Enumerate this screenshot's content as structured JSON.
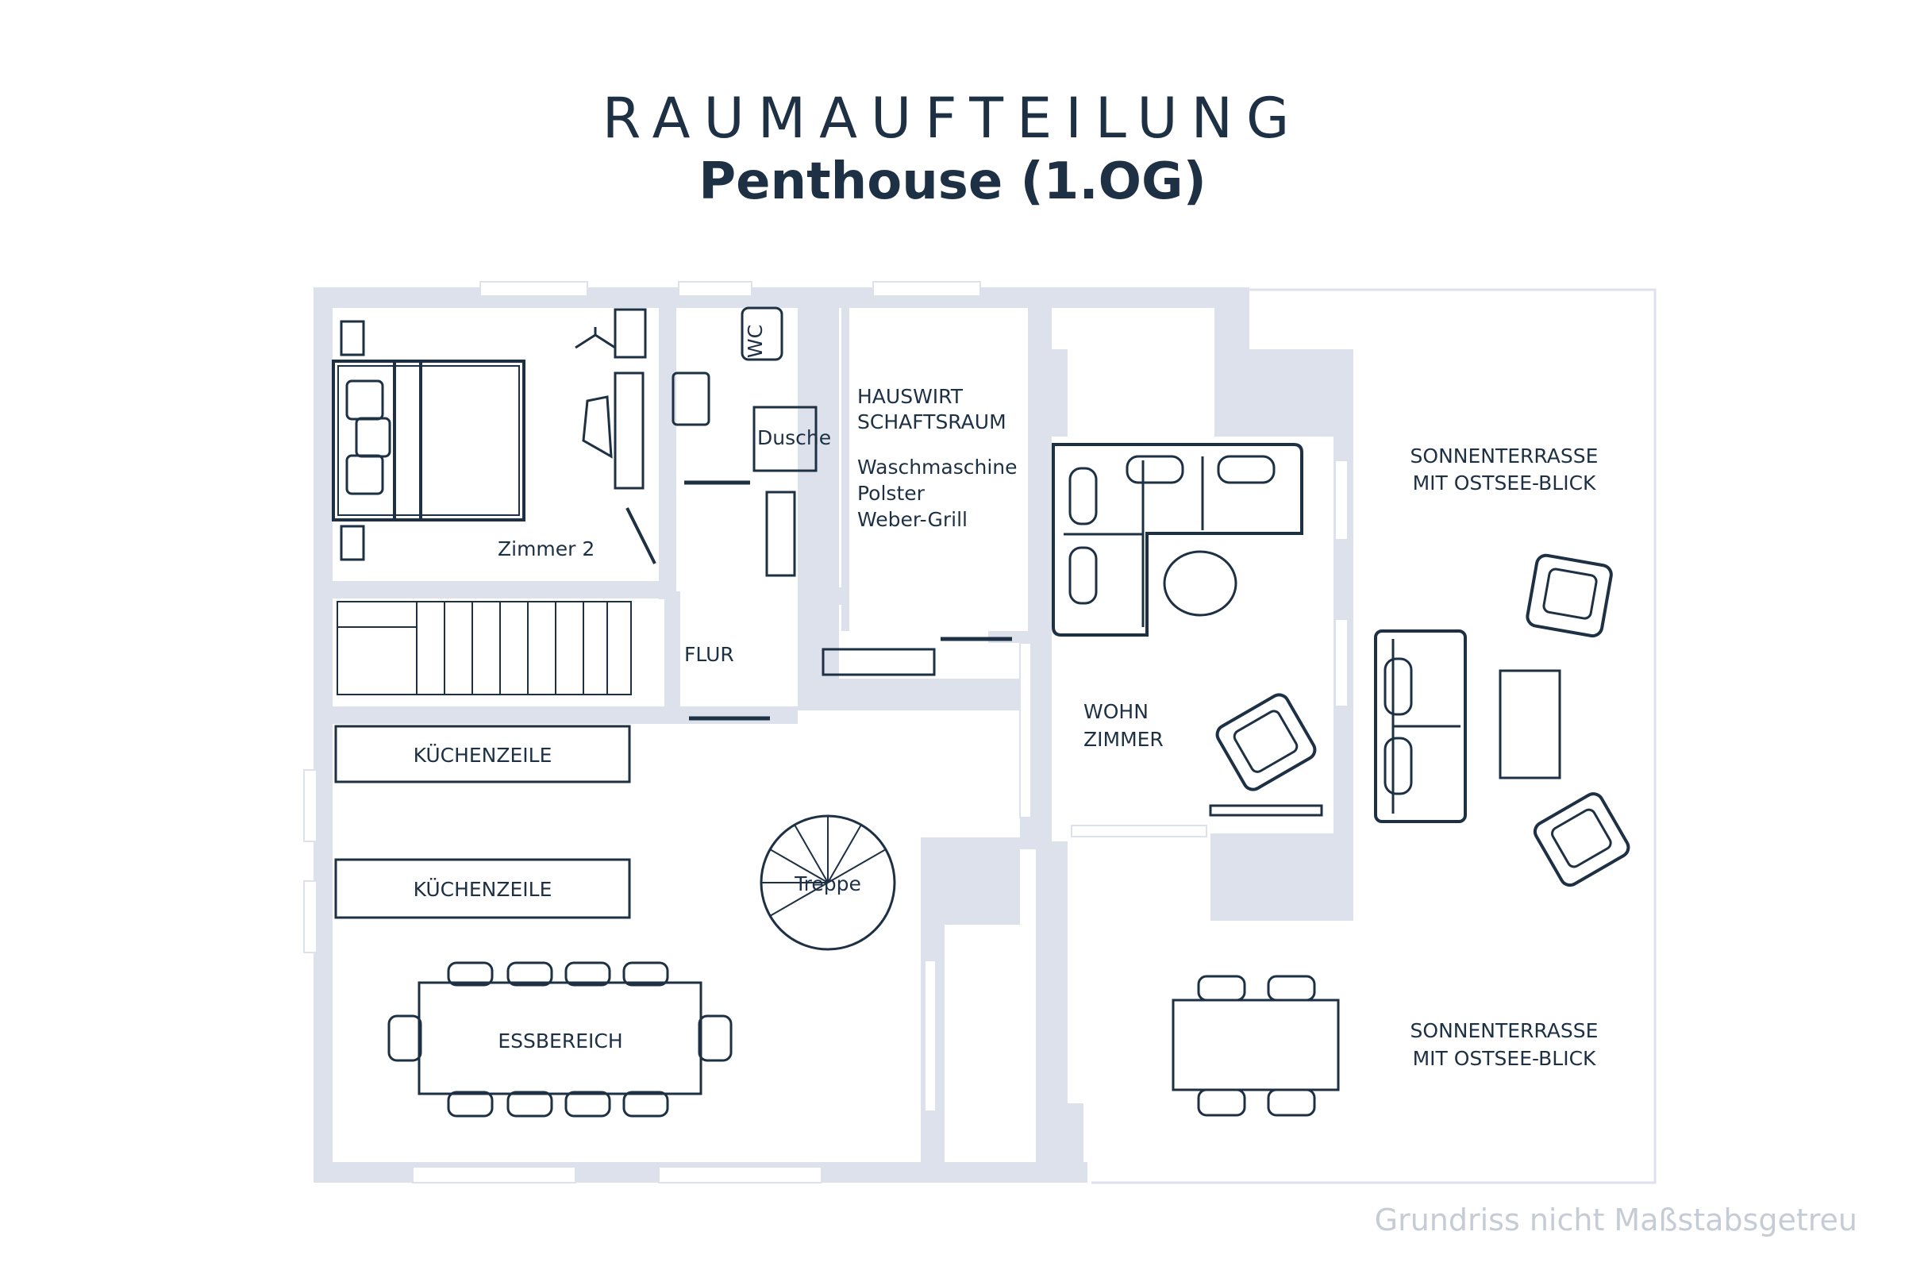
{
  "header": {
    "title": "RAUMAUFTEILUNG",
    "subtitle": "Penthouse (1.OG)"
  },
  "rooms": {
    "zimmer2": "Zimmer 2",
    "wc": "WC",
    "dusche": "Dusche",
    "hauswirt_line1": "HAUSWIRT",
    "hauswirt_line2": "SCHAFTSRAUM",
    "utility_items": [
      "Waschmaschine",
      "Polster",
      "Weber-Grill"
    ],
    "flur": "FLUR",
    "kuechenzeile_1": "KÜCHENZEILE",
    "kuechenzeile_2": "KÜCHENZEILE",
    "treppe": "Treppe",
    "essbereich": "ESSBEREICH",
    "wohn_line1": "WOHN",
    "wohn_line2": "ZIMMER",
    "terrace_top_line1": "SONNENTERRASSE",
    "terrace_top_line2": "MIT OSTSEE-BLICK",
    "terrace_bottom_line1": "SONNENTERRASSE",
    "terrace_bottom_line2": "MIT OSTSEE-BLICK"
  },
  "footer": {
    "note": "Grundriss nicht Maßstabsgetreu"
  },
  "colors": {
    "ink": "#1d3044",
    "wall": "#dde1ec",
    "window": "#ffffff",
    "footer_text": "#c6ccd6"
  }
}
